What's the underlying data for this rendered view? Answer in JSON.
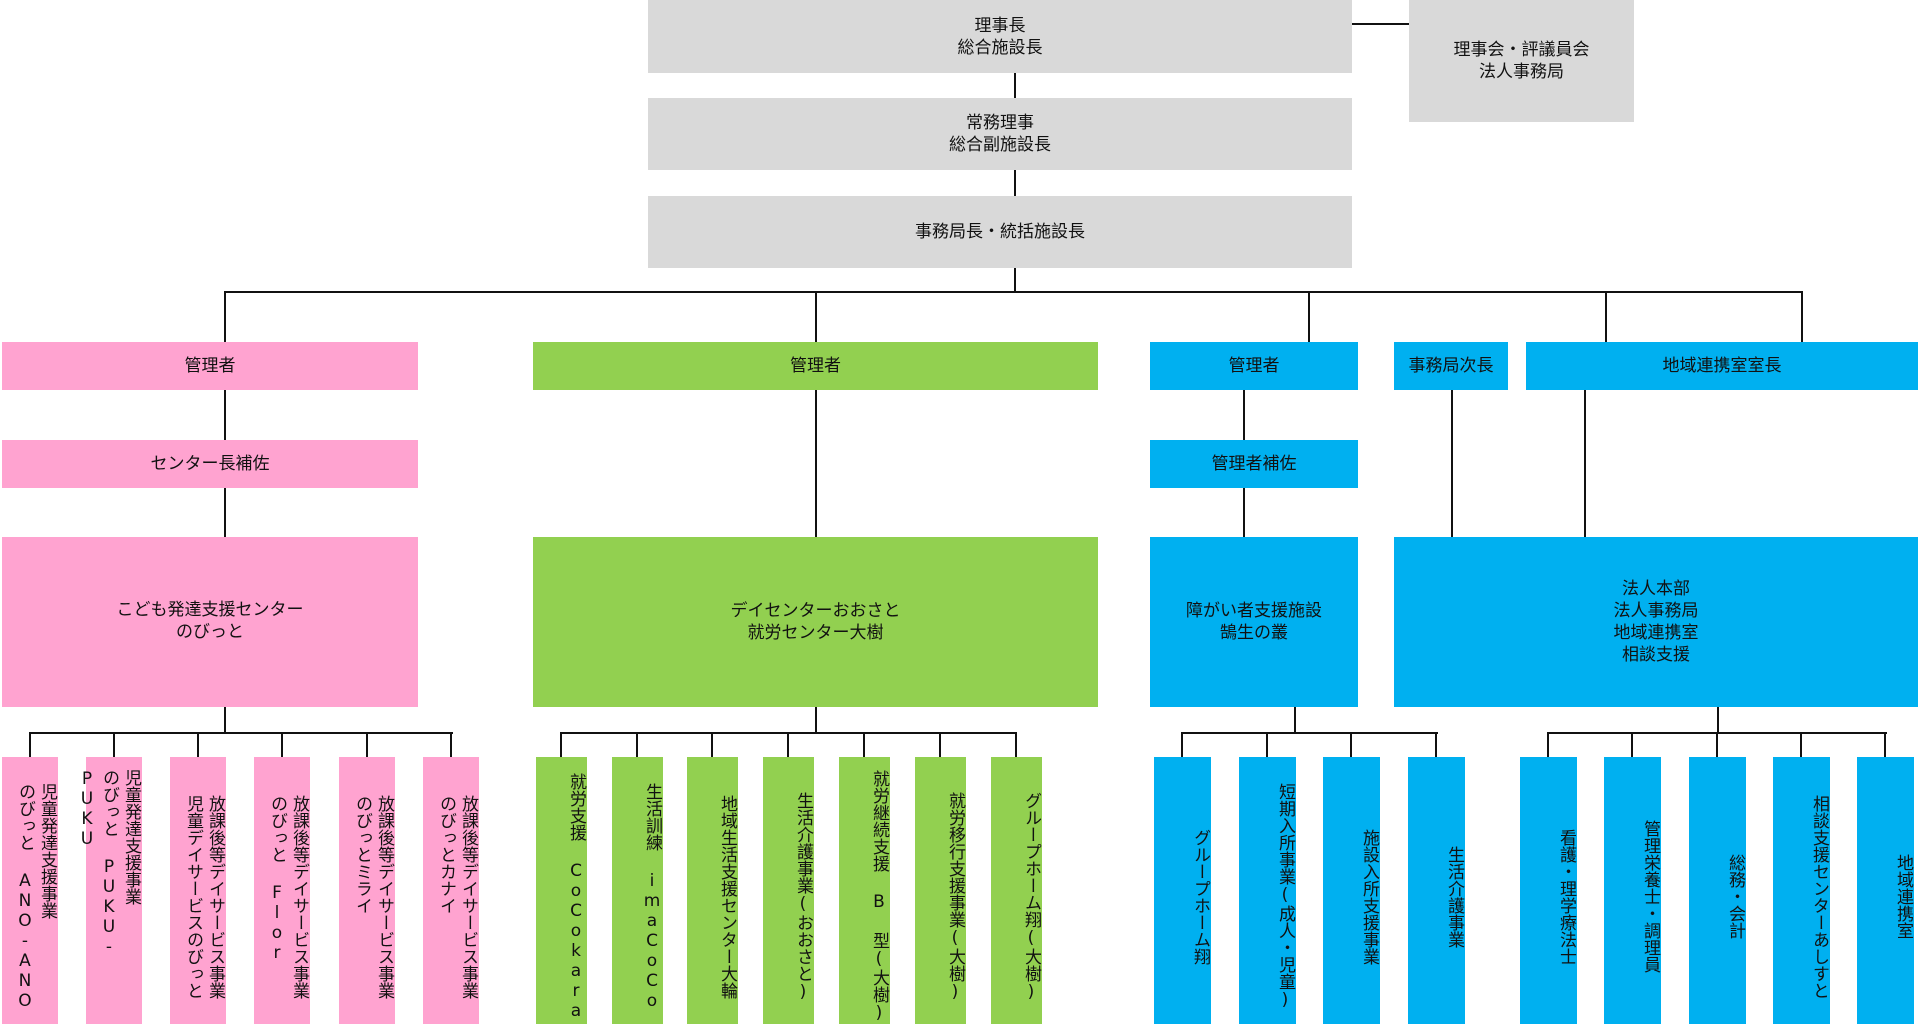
{
  "top": {
    "chairman": "理事長\n総合施設長",
    "executive_director": "常務理事\n総合副施設長",
    "secretary_general": "事務局長・統括施設長",
    "board": "理事会・評議員会\n法人事務局"
  },
  "divisions": {
    "pink": {
      "color": "#ffa3d0",
      "manager": "管理者",
      "assistant": "センター長補佐",
      "main": "こども発達支援センター\nのびっと",
      "items": [
        "児童発達支援事業\nのびっと ANO-ANO",
        "児童発達支援事業\nのびっと PUKU-PUKU",
        "放課後等デイサービス事業\n児童デイサービスのびっと",
        "放課後等デイサービス事業\nのびっと Flor",
        "放課後等デイサービス事業\nのびっとミライ",
        "放課後等デイサービス事業\nのびっとカナイ"
      ]
    },
    "green": {
      "color": "#92d050",
      "manager": "管理者",
      "main": "デイセンターおおさと\n就労センター大樹",
      "items": [
        "就労支援 CoCokara",
        "生活訓練 imaCoCo",
        "地域生活支援センター大輪",
        "生活介護事業(おおさと)",
        "就労継続支援 B 型(大樹)",
        "就労移行支援事業(大樹)",
        "グループホーム翔(大樹)"
      ]
    },
    "blue": {
      "color": "#00b0f0",
      "manager": "管理者",
      "assistant": "管理者補佐",
      "main": "障がい者支援施設\n鵠生の叢",
      "items": [
        "グループホーム翔",
        "短期入所事業(成人・児童)",
        "施設入所支援事業",
        "生活介護事業"
      ]
    },
    "hq": {
      "color": "#00b0f0",
      "deputy": "事務局次長",
      "regional_head": "地域連携室室長",
      "main": "法人本部\n法人事務局\n地域連携室\n相談支援",
      "items": [
        "看護・理学療法士",
        "管理栄養士・調理員",
        "総務・会計",
        "相談支援センターあしすと",
        "地域連携室"
      ]
    }
  }
}
